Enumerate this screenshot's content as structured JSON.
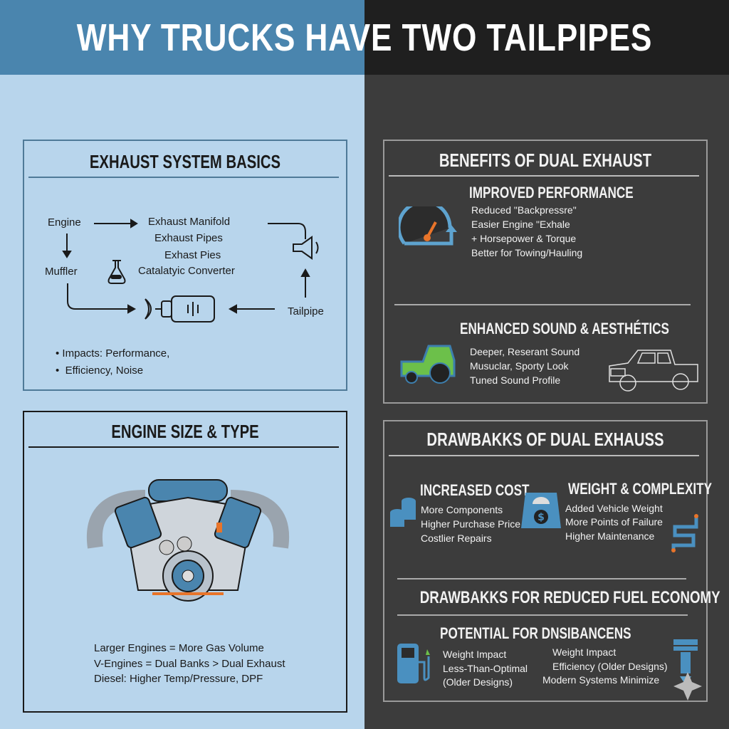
{
  "title": "WHY TRUCKS HAVE TWO TAILPIPES",
  "colors": {
    "left_bg": "#b8d5ec",
    "right_bg": "#3c3c3c",
    "header_left": "#4a85ae",
    "header_right": "#1f1f1f",
    "accent_blue": "#4a90c0",
    "accent_orange": "#e8742a",
    "accent_green": "#6cc04a"
  },
  "exhaust_basics": {
    "heading": "EXHAUST SYSTEM BASICS",
    "flow": {
      "engine": "Engine",
      "manifold": "Exhaust Manifold",
      "pipes": "Exhaust Pipes",
      "pies": "Exhast Pies",
      "catalytic": "Catalatyic Converter",
      "muffler": "Muffler",
      "tailpipe": "Tailpipe"
    },
    "bullets": [
      "Impacts: Performance,",
      "Efficiency, Noise"
    ]
  },
  "engine_size": {
    "heading": "ENGINE SIZE & TYPE",
    "lines": [
      "Larger Engines = More Gas Volume",
      "V-Engines = Dual Banks > Dual Exhaust",
      "Diesel: Higher Temp/Pressure, DPF"
    ]
  },
  "benefits": {
    "heading": "BENEFITS OF DUAL EXHAUST",
    "performance": {
      "heading": "IMPROVED PERFORMANCE",
      "lines": [
        "Reduced \"Backpressre\"",
        "Easier Engine \"Exhale",
        "+ Horsepower & Torque",
        "Better for Towing/Hauling"
      ]
    },
    "sound": {
      "heading": "ENHANCED SOUND & AESTHÉTICS",
      "lines": [
        "Deeper, Reserant Sound",
        "Musuclar, Sporty Look",
        "Tuned Sound Profile"
      ]
    }
  },
  "drawbacks": {
    "heading": "DRAWBAKKS OF DUAL EXHAUSS",
    "cost": {
      "heading": "INCREASED COST",
      "lines": [
        "More Components",
        "Higher Purchase Price",
        "Costlier Repairs"
      ]
    },
    "weight": {
      "heading": "WEIGHT & COMPLEXITY",
      "lines": [
        "Added Vehicle Weight",
        "More Points of Failure",
        "Higher Maintenance"
      ]
    },
    "fuel_heading": "DRAWBAKKS FOR REDUCED FUEL ECONOMY",
    "potential": {
      "heading": "POTENTIAL FOR DNSIBANCENS",
      "left_lines": [
        "Weight Impact",
        "Less-Than-Optimal",
        "(Older Designs)"
      ],
      "right_lines": [
        "Weight Impact",
        "Efficiency (Older Designs)",
        "Modern Systems Minimize"
      ]
    }
  }
}
